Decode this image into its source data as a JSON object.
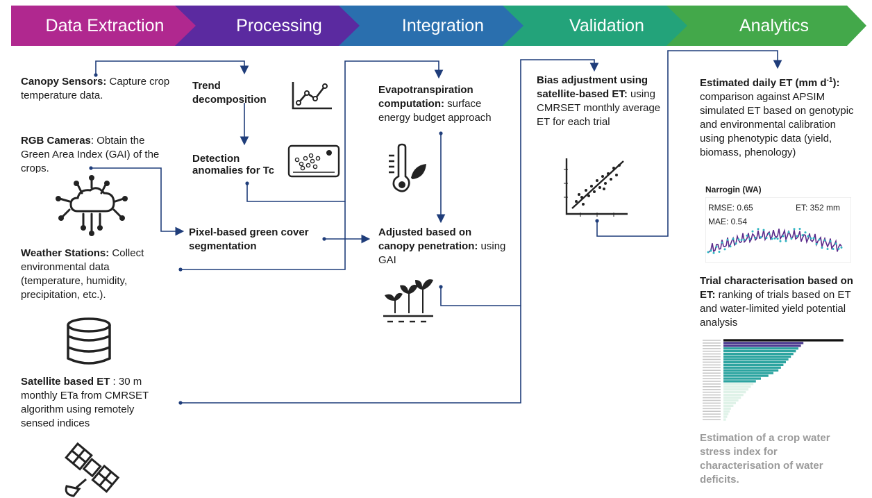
{
  "stages": [
    {
      "label": "Data Extraction",
      "color": "#b0288f"
    },
    {
      "label": "Processing",
      "color": "#5b2aa0"
    },
    {
      "label": "Integration",
      "color": "#2a6fae"
    },
    {
      "label": "Validation",
      "color": "#23a37a"
    },
    {
      "label": "Analytics",
      "color": "#43a84a"
    }
  ],
  "extraction": {
    "canopy": {
      "title": "Canopy Sensors:",
      "text": " Capture crop temperature data."
    },
    "rgb": {
      "title": "RGB Cameras",
      "text": ": Obtain the Green Area Index (GAI) of the crops."
    },
    "weather": {
      "title": "Weather Stations:",
      "text": " Collect environmental data (temperature, humidity, precipitation, etc.)."
    },
    "satellite": {
      "title": "Satellite based ET",
      "text": " : 30 m monthly ETa from CMRSET algorithm using remotely sensed indices"
    }
  },
  "processing": {
    "trend": "Trend decomposition",
    "detection_line1": "Detection",
    "detection_line2": "anomalies for Tc",
    "pixel": "Pixel-based green cover segmentation"
  },
  "integration": {
    "evap": {
      "title": "Evapotranspiration computation:",
      "text": " surface energy budget approach"
    },
    "adjusted": {
      "title": "Adjusted based on canopy penetration:",
      "text": " using GAI"
    }
  },
  "validation": {
    "bias": {
      "title": "Bias adjustment using satellite-based ET:",
      "text": " using CMRSET monthly average ET for each trial"
    }
  },
  "analytics": {
    "estimated": {
      "title": "Estimated daily ET (mm d",
      "sup": "-1",
      "title_end": "):",
      "text": " comparison against APSIM simulated ET based on genotypic and environmental calibration using phenotypic data (yield, biomass, phenology)"
    },
    "narrogin": {
      "title": "Narrogin (WA)",
      "rmse": "RMSE: 0.65",
      "et": "ET: 352 mm",
      "mae": "MAE: 0.54"
    },
    "trial": {
      "title": "Trial characterisation based on ET:",
      "text": " ranking of trials based on ET and water-limited yield potential analysis"
    },
    "stress": "Estimation of a crop water stress index for characterisation of water deficits."
  },
  "ranking_bars": [
    0.96,
    0.64,
    0.62,
    0.6,
    0.58,
    0.56,
    0.54,
    0.52,
    0.5,
    0.48,
    0.46,
    0.44,
    0.4,
    0.36,
    0.3,
    0.26,
    0.24,
    0.22,
    0.2,
    0.18,
    0.16,
    0.14,
    0.12,
    0.1,
    0.08,
    0.06,
    0.05,
    0.04,
    0.03,
    0.02
  ],
  "colors": {
    "wire": "#1f3d7a",
    "bar_dark": "#111111",
    "bar_purple": "#4b3a8f",
    "bar_teal": "#2ca4a0",
    "bar_light": "#dff2e8"
  }
}
